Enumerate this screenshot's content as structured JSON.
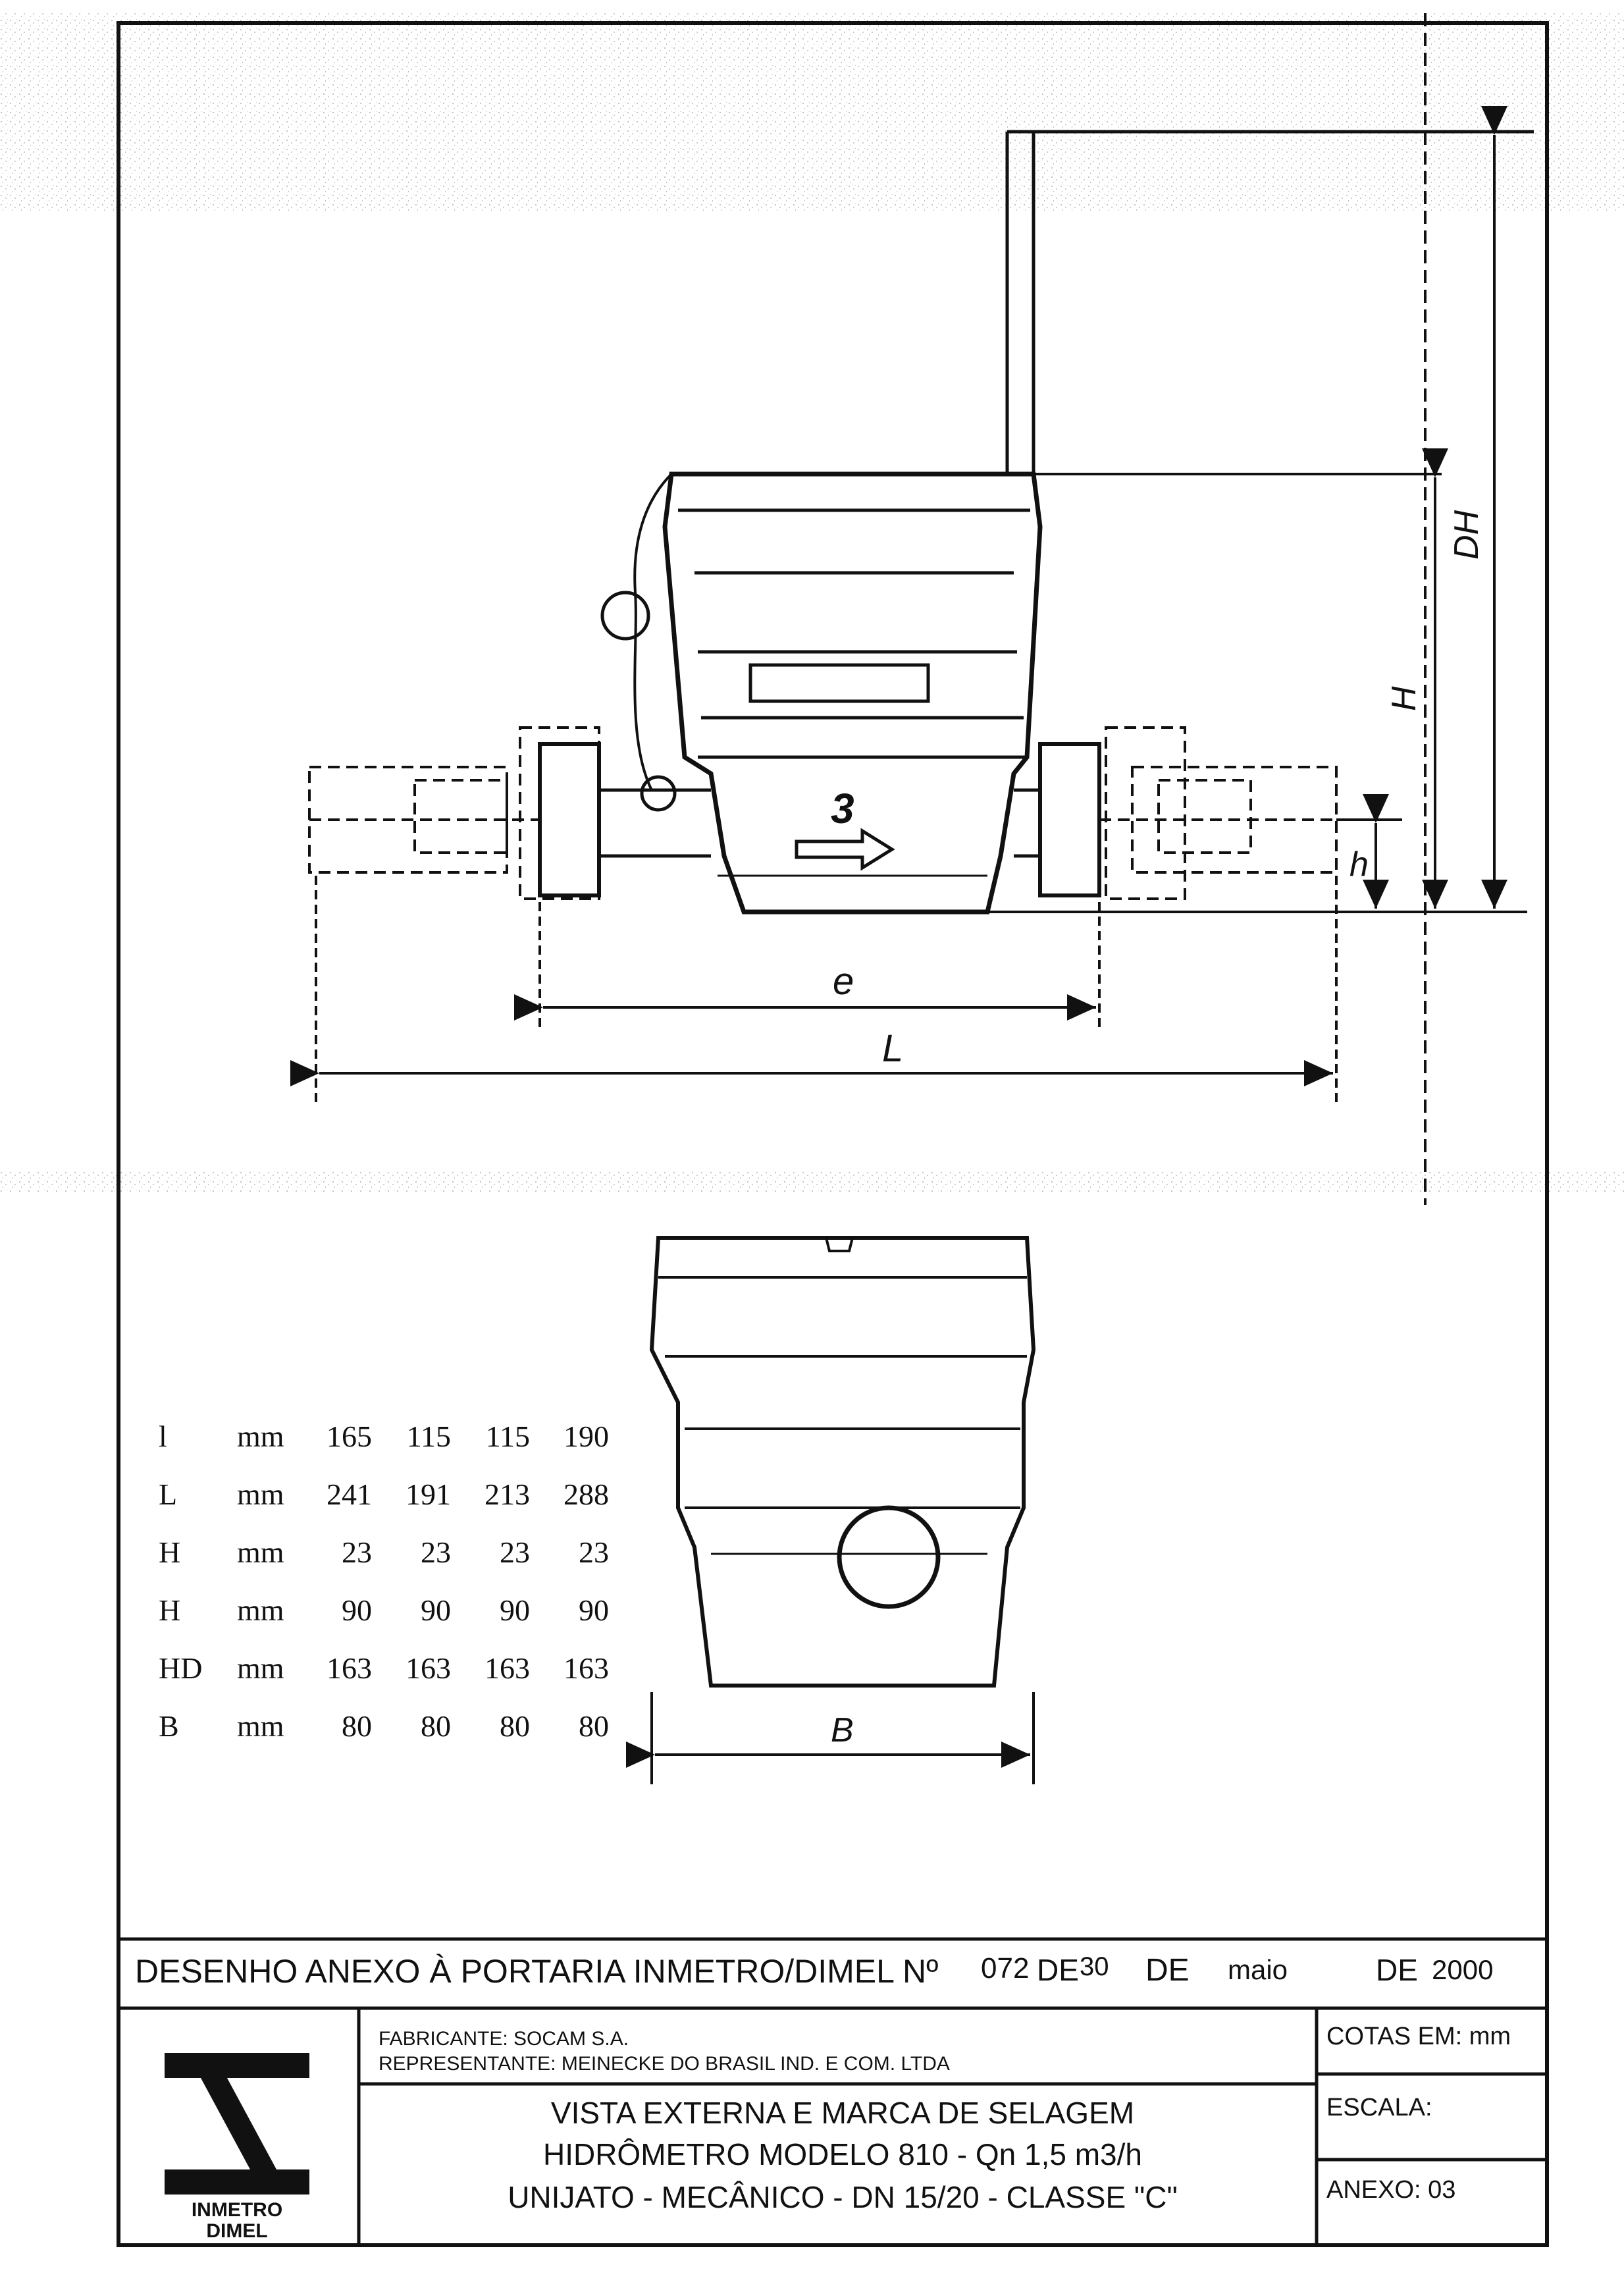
{
  "drawing": {
    "flow_arrow_number": "3",
    "dim_e": "e",
    "dim_L": "L",
    "dim_h": "h",
    "dim_H": "H",
    "dim_DH": "DH",
    "dim_B": "B"
  },
  "dimensions_table": {
    "rows": [
      {
        "symbol": "l",
        "unit": "mm",
        "values": [
          "165",
          "115",
          "115",
          "190"
        ]
      },
      {
        "symbol": "L",
        "unit": "mm",
        "values": [
          "241",
          "191",
          "213",
          "288"
        ]
      },
      {
        "symbol": "H",
        "unit": "mm",
        "values": [
          "23",
          "23",
          "23",
          "23"
        ]
      },
      {
        "symbol": "H",
        "unit": "mm",
        "values": [
          "90",
          "90",
          "90",
          "90"
        ]
      },
      {
        "symbol": "HD",
        "unit": "mm",
        "values": [
          "163",
          "163",
          "163",
          "163"
        ]
      },
      {
        "symbol": "B",
        "unit": "mm",
        "values": [
          "80",
          "80",
          "80",
          "80"
        ]
      }
    ]
  },
  "title_block": {
    "header": "DESENHO ANEXO À PORTARIA INMETRO/DIMEL Nº",
    "portaria_number": "072",
    "de_label_1": "DE",
    "day": "30",
    "de_label_2": "DE",
    "month": "maio",
    "de_label_3": "DE",
    "year": "2000",
    "fabricante": "FABRICANTE: SOCAM S.A.",
    "representante": "REPRESENTANTE: MEINECKE DO BRASIL IND. E COM. LTDA",
    "title_line1": "VISTA EXTERNA E MARCA DE SELAGEM",
    "title_line2": "HIDRÔMETRO MODELO 810   - Qn 1,5 m3/h",
    "title_line3": "UNIJATO - MECÂNICO - DN 15/20 - CLASSE \"C\"",
    "cotas": "COTAS EM: mm",
    "escala": "ESCALA:",
    "anexo": "ANEXO: 03",
    "logo_text_1": "INMETRO",
    "logo_text_2": "DIMEL"
  }
}
